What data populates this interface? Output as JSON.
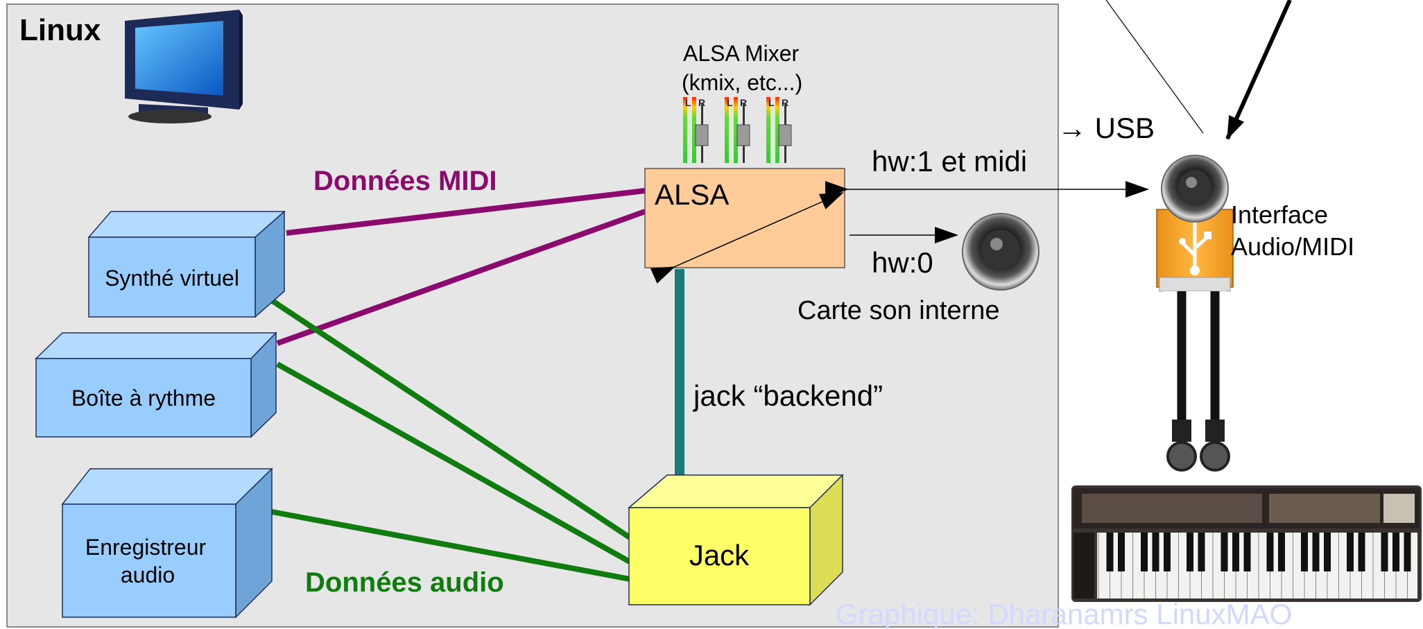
{
  "linux_label": "Linux",
  "mixer": {
    "line1": "ALSA Mixer",
    "line2": "(kmix, etc...)",
    "fader_letters": [
      "L",
      "R",
      "L",
      "R",
      "L",
      "R"
    ]
  },
  "midi_label": "Données MIDI",
  "audio_label": "Données audio",
  "alsa_label": "ALSA",
  "jack_label": "Jack",
  "jack_backend": "jack “backend”",
  "boxes": {
    "synth": "Synthé virtuel",
    "drum": "Boîte à rythme",
    "rec1": "Enregistreur",
    "rec2": "audio"
  },
  "hw1_label": "hw:1 et midi",
  "hw0_label": "hw:0",
  "internal_card": "Carte son interne",
  "usb_label": "→ USB",
  "interface": {
    "line1": "Interface",
    "line2": "Audio/MIDI"
  },
  "credit": "Graphique: Dharanamrs LinuxMAO",
  "colors": {
    "midi": "#8b0a6e",
    "audio": "#107c10",
    "backend": "#1a7a7a",
    "alsa_fill": "#ffcc99",
    "jack_fill": "#ffff66",
    "box_fill": "#99ccff",
    "panel": "#e6e6e6"
  }
}
